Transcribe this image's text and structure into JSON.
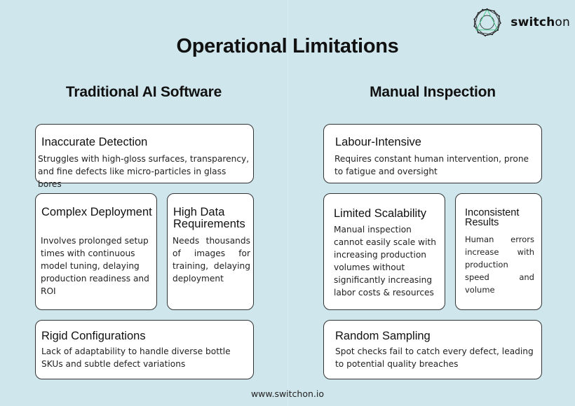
{
  "brand": {
    "logo_icon": "polygon-star-icon",
    "name_bold": "switch",
    "name_light": "on",
    "colors": {
      "line_dark": "#222222",
      "line_accent": "#3ecb85"
    }
  },
  "title": "Operational Limitations",
  "columns": [
    {
      "heading": "Traditional AI Software",
      "cards": [
        {
          "title": "Inaccurate Detection",
          "body": "Struggles with high-gloss surfaces, transparency, and fine defects like micro-particles in glass bores"
        },
        {
          "title": "Complex Deployment",
          "body": "Involves prolonged setup times with continuous model tuning, delaying production readiness and ROI"
        },
        {
          "title": "High Data Requirements",
          "body": "Needs thousands of images for training, delaying deployment"
        },
        {
          "title": "Rigid Configurations",
          "body": "Lack of adaptability to handle diverse bottle SKUs and subtle defect variations"
        }
      ]
    },
    {
      "heading": "Manual Inspection",
      "cards": [
        {
          "title": "Labour-Intensive",
          "body": "Requires constant human intervention, prone to fatigue and oversight"
        },
        {
          "title": "Limited Scalability",
          "body": "Manual inspection cannot easily scale with increasing production volumes without significantly increasing labor costs & resources"
        },
        {
          "title": "Inconsistent Results",
          "body": "Human errors increase with production speed and volume"
        },
        {
          "title": "Random Sampling",
          "body": "Spot checks fail to catch every defect, leading to potential quality breaches"
        }
      ]
    }
  ],
  "footer": {
    "url": "www.switchon.io"
  },
  "colors": {
    "background": "#cfe6ec",
    "card_bg": "#ffffff",
    "card_border": "#333333"
  }
}
